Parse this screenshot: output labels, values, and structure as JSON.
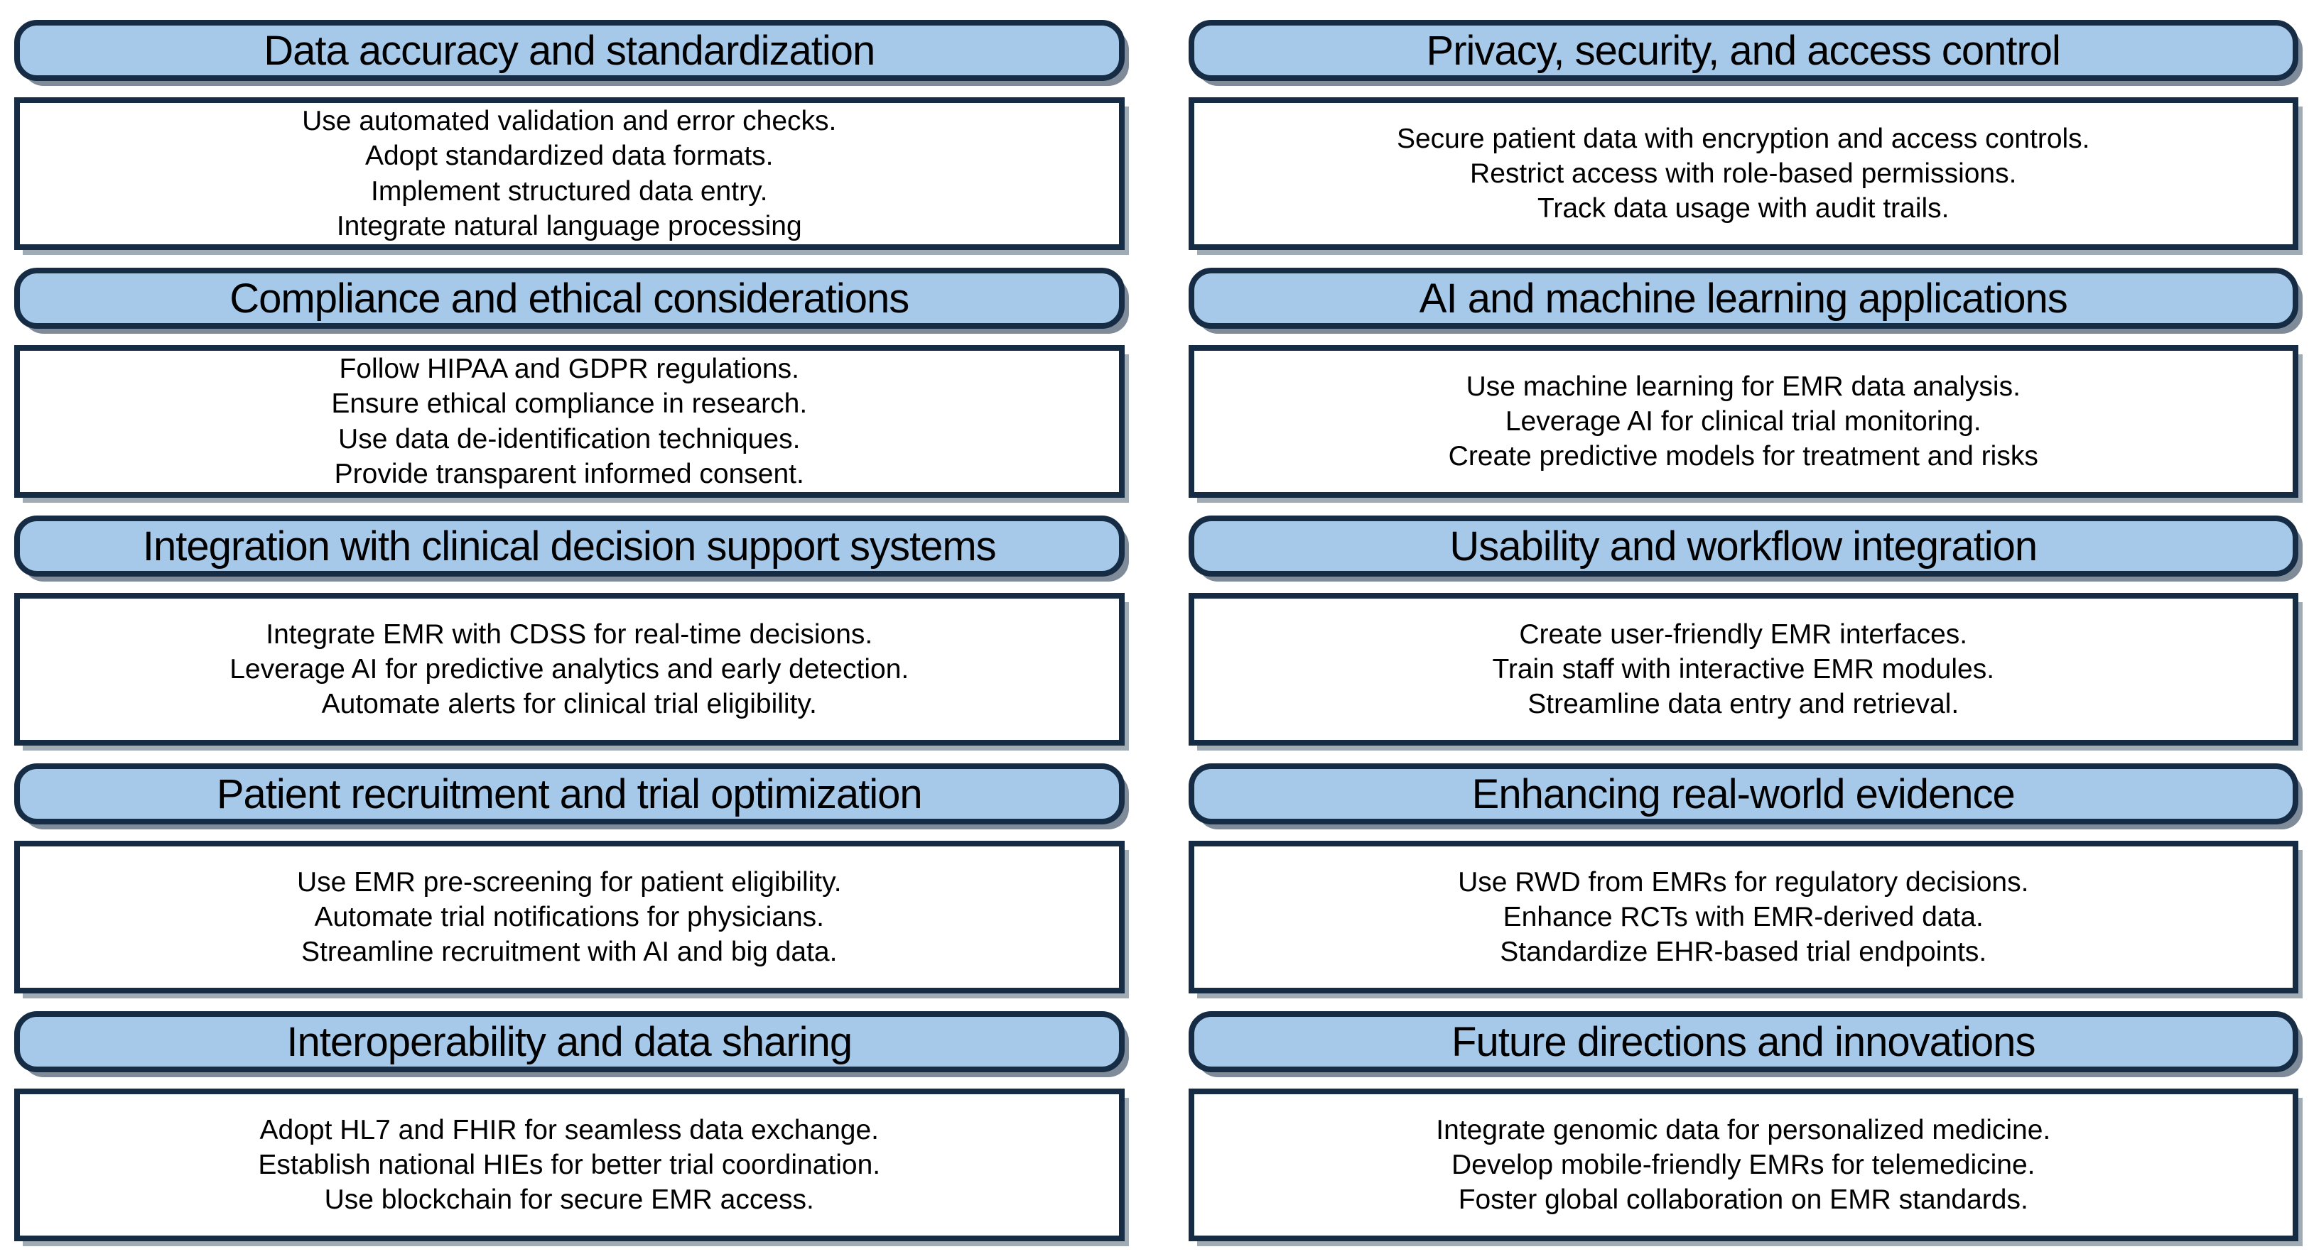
{
  "colors": {
    "header_fill": "#a6c9ea",
    "box_border": "#152c44",
    "text": "#000000",
    "page_background": "#ffffff"
  },
  "columns": [
    {
      "side": "left",
      "sections": [
        {
          "title": "Data accuracy and standardization",
          "items": [
            "Use automated validation and error checks.",
            "Adopt standardized data formats.",
            "Implement structured data entry.",
            "Integrate natural language processing"
          ]
        },
        {
          "title": "Compliance and ethical considerations",
          "items": [
            "Follow HIPAA and GDPR regulations.",
            "Ensure ethical compliance in research.",
            "Use data de-identification techniques.",
            "Provide transparent informed consent."
          ]
        },
        {
          "title": "Integration with clinical decision support systems",
          "items": [
            "Integrate EMR with CDSS for real-time decisions.",
            "Leverage AI for predictive analytics and early detection.",
            "Automate alerts for clinical trial eligibility."
          ]
        },
        {
          "title": "Patient recruitment and trial optimization",
          "items": [
            "Use EMR pre-screening for patient eligibility.",
            "Automate trial notifications for physicians.",
            "Streamline recruitment with AI and big data."
          ]
        },
        {
          "title": "Interoperability and data sharing",
          "items": [
            "Adopt HL7 and FHIR for seamless data exchange.",
            "Establish national HIEs for better trial coordination.",
            "Use blockchain for secure EMR access."
          ]
        }
      ]
    },
    {
      "side": "right",
      "sections": [
        {
          "title": "Privacy, security, and access control",
          "items": [
            "Secure patient data with encryption and access controls.",
            "Restrict access with role-based permissions.",
            "Track data usage with audit trails."
          ]
        },
        {
          "title": "AI and machine learning applications",
          "items": [
            "Use machine learning for EMR data analysis.",
            "Leverage AI for clinical trial monitoring.",
            "Create predictive models for treatment and risks"
          ]
        },
        {
          "title": "Usability and workflow integration",
          "items": [
            "Create user-friendly EMR interfaces.",
            "Train staff with interactive EMR modules.",
            "Streamline data entry and retrieval."
          ]
        },
        {
          "title": "Enhancing real-world evidence",
          "items": [
            "Use RWD from EMRs for regulatory decisions.",
            "Enhance RCTs with EMR-derived data.",
            "Standardize EHR-based trial endpoints."
          ]
        },
        {
          "title": "Future directions and innovations",
          "items": [
            "Integrate genomic data for personalized medicine.",
            "Develop mobile-friendly EMRs for telemedicine.",
            "Foster global collaboration on EMR standards."
          ]
        }
      ]
    }
  ]
}
